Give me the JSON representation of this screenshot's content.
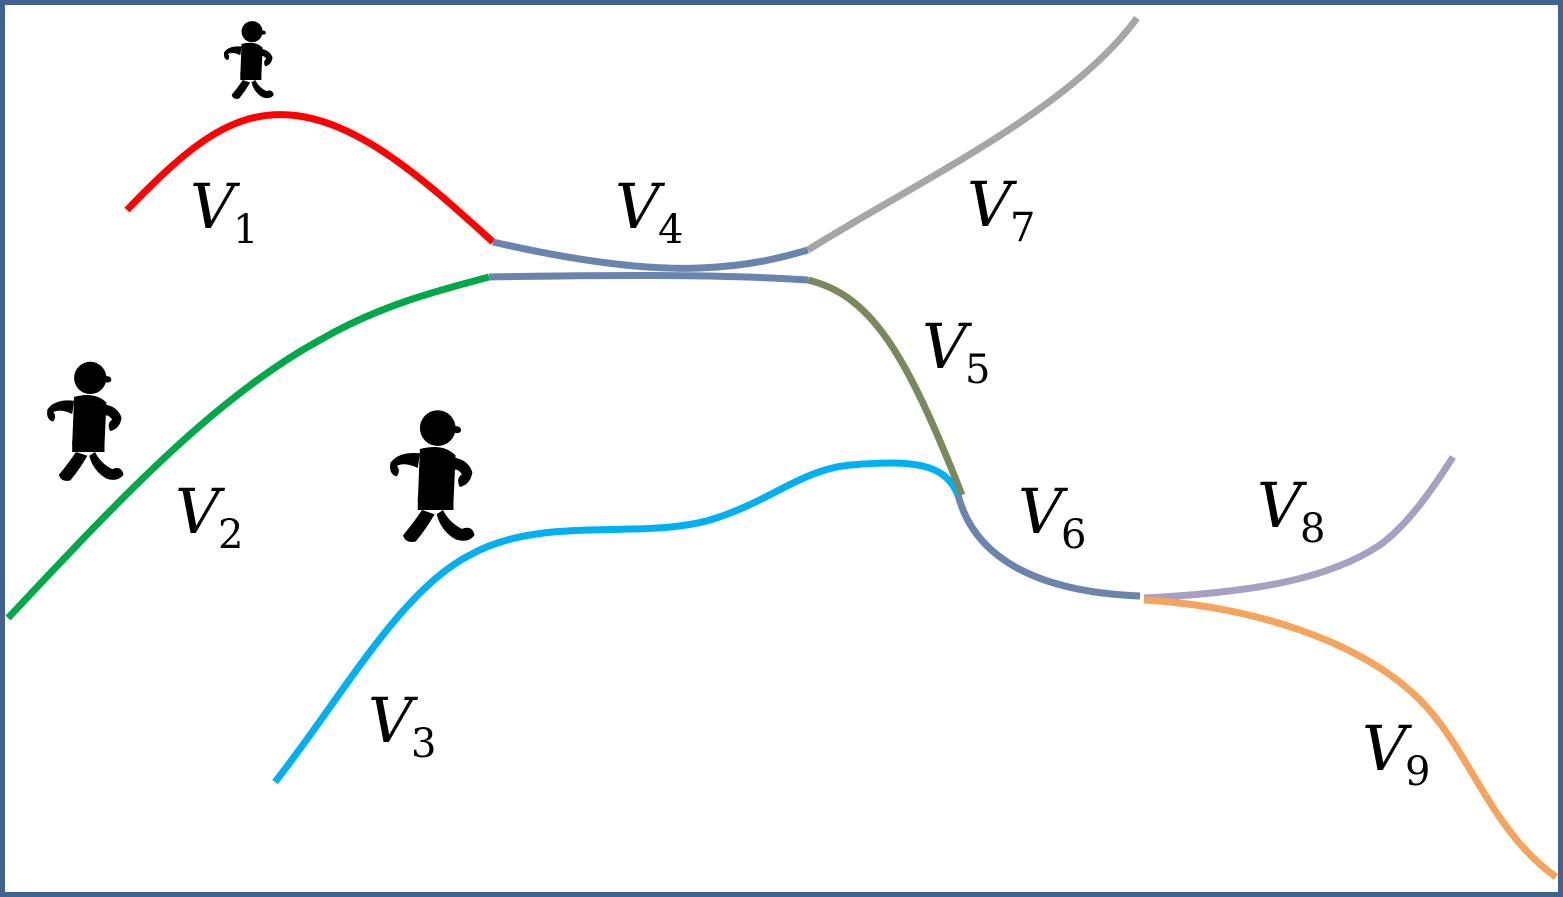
{
  "segments": [
    {
      "id": "V1",
      "color": "#ff0000",
      "label": "V",
      "sub": "1"
    },
    {
      "id": "V2",
      "color": "#00a84a",
      "label": "V",
      "sub": "2"
    },
    {
      "id": "V3",
      "color": "#00b0f0",
      "label": "V",
      "sub": "3"
    },
    {
      "id": "V4",
      "color": "#6b84ae",
      "label": "V",
      "sub": "4"
    },
    {
      "id": "V5",
      "color": "#77895d",
      "label": "V",
      "sub": "5"
    },
    {
      "id": "V6",
      "color": "#6b84ae",
      "label": "V",
      "sub": "6"
    },
    {
      "id": "V7",
      "color": "#a6a6a6",
      "label": "V",
      "sub": "7"
    },
    {
      "id": "V8",
      "color": "#a8a0c0",
      "label": "V",
      "sub": "8"
    },
    {
      "id": "V9",
      "color": "#f4a45c",
      "label": "V",
      "sub": "9"
    }
  ],
  "icons": [
    "walking-person-icon",
    "walking-person-icon",
    "walking-person-icon"
  ],
  "frame_color": "#41638e"
}
